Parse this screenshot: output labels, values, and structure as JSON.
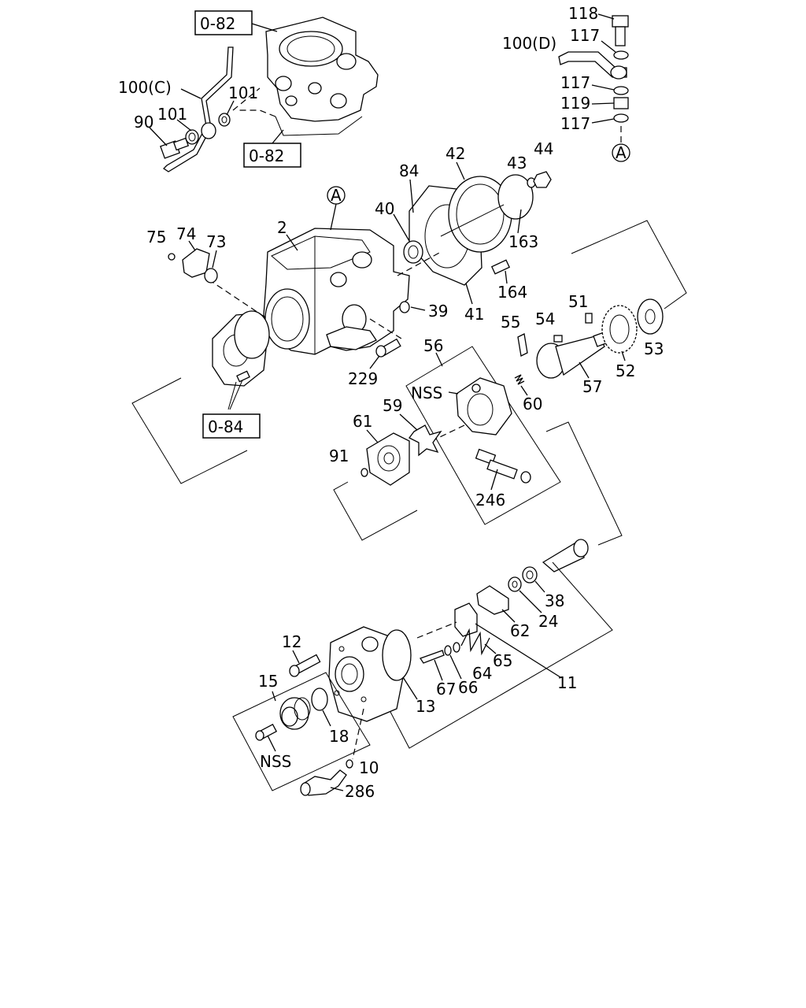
{
  "labels": {
    "ref_082_top": "0-82",
    "ref_082_mid": "0-82",
    "ref_084": "0-84",
    "pipe_c": "100(C)",
    "pipe_d": "100(D)",
    "circle_a_top": "A",
    "circle_a_right": "A",
    "p90": "90",
    "p101a": "101",
    "p101b": "101",
    "p118": "118",
    "p117a": "117",
    "p117b": "117",
    "p117c": "117",
    "p119": "119",
    "p42": "42",
    "p43": "43",
    "p44": "44",
    "p84": "84",
    "p40": "40",
    "p2": "2",
    "p75": "75",
    "p74": "74",
    "p73": "73",
    "p163": "163",
    "p164": "164",
    "p39": "39",
    "p41": "41",
    "p51": "51",
    "p54": "54",
    "p55": "55",
    "p53": "53",
    "p52": "52",
    "p57": "57",
    "p56": "56",
    "p60": "60",
    "nss1": "NSS",
    "p59": "59",
    "p61": "61",
    "p229": "229",
    "p91": "91",
    "p246": "246",
    "p38": "38",
    "p24": "24",
    "p62": "62",
    "p65": "65",
    "p64": "64",
    "p66": "66",
    "p67": "67",
    "p11": "11",
    "p12": "12",
    "p15": "15",
    "p13": "13",
    "p18": "18",
    "nss2": "NSS",
    "p10": "10",
    "p286": "286"
  }
}
